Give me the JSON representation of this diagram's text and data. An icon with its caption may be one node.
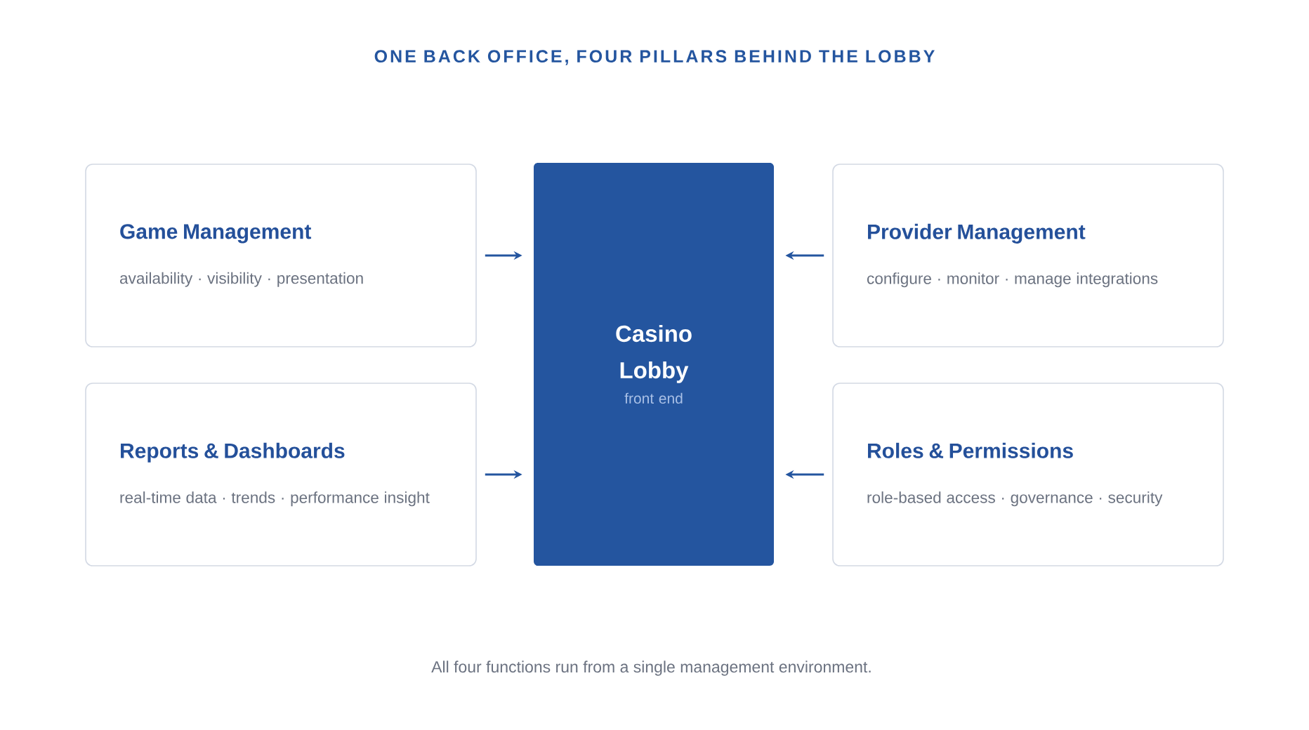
{
  "diagram": {
    "title": "ONE BACK OFFICE, FOUR PILLARS BEHIND THE LOBBY",
    "caption": "All four functions run from a single management environment.",
    "nodes": [
      {
        "text": [
          "Game Management",
          "availability · visibility · presentation"
        ]
      },
      {
        "text": [
          "Casino Lobby",
          "front end"
        ]
      },
      {
        "text": [
          "Provider Management",
          "configure · monitor · manage integrations"
        ]
      },
      {
        "text": [
          "Reports & Dashboards",
          "real-time data · trends · performance insight"
        ]
      },
      {
        "text": [
          "Roles & Permissions",
          "role-based access · governance · security"
        ]
      }
    ],
    "edges": [
      {
        "from": 0,
        "to": 1,
        "arrow": "to"
      },
      {
        "from": 2,
        "to": 1,
        "arrow": "to"
      },
      {
        "from": 3,
        "to": 1,
        "arrow": "to"
      },
      {
        "from": 4,
        "to": 1,
        "arrow": "to"
      }
    ]
  }
}
